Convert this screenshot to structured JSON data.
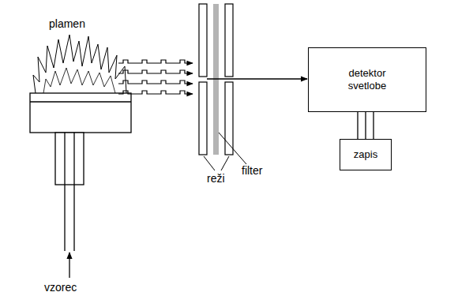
{
  "diagram": {
    "nodes": [
      {
        "text": [
          "detektor svetlobe"
        ]
      },
      {
        "text": [
          "zapis"
        ]
      }
    ],
    "edges": [
      {
        "from": 0,
        "to": 1,
        "arrow": "none"
      }
    ],
    "labels": [
      "plamen",
      "vzorec",
      "reži",
      "filter"
    ]
  }
}
